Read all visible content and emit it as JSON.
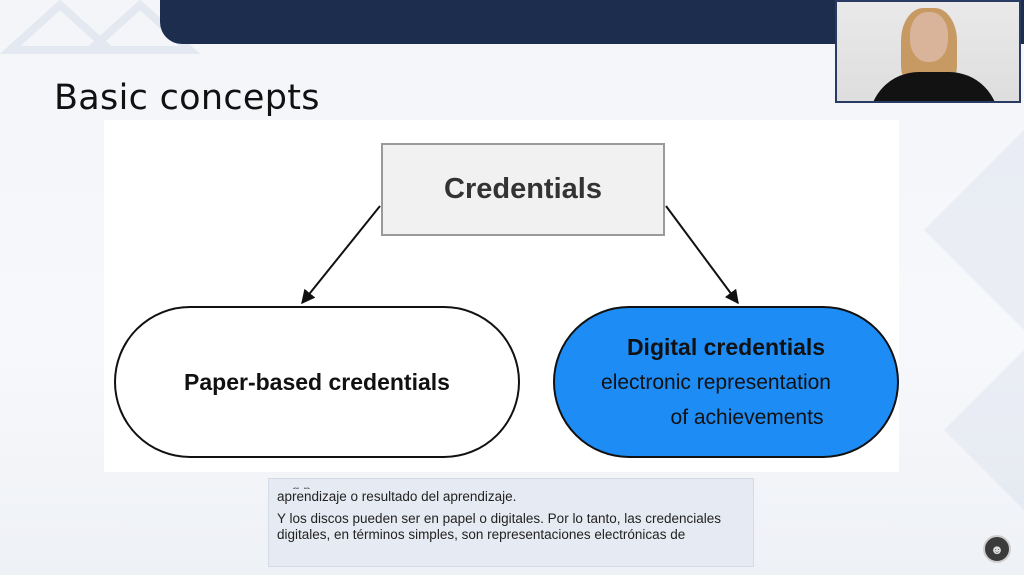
{
  "slide": {
    "title": "Basic concepts"
  },
  "diagram": {
    "root": "Credentials",
    "left_node": "Paper-based credentials",
    "right_node": {
      "title": "Digital credentials",
      "line1": "electronic representation",
      "line2": "of achievements"
    }
  },
  "subtitles": {
    "cut_line": ", , g p",
    "line1": "aprendizaje o resultado del aprendizaje.",
    "line2": "Y los discos pueden ser en papel o digitales. Por lo tanto, las credenciales digitales, en términos simples, son representaciones electrónicas de"
  },
  "icons": {
    "webcam": "presenter-video",
    "avatar": "user-avatar-icon"
  },
  "colors": {
    "top_band": "#1c2d4d",
    "digital_node": "#1e8cf5",
    "root_box": "#f1f1f1",
    "subtitle_bg": "#e6eaf2"
  }
}
